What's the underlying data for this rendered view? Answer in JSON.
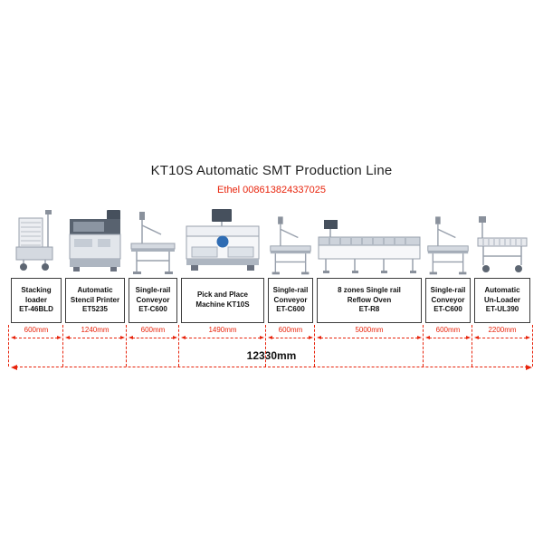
{
  "title": "KT10S Automatic SMT Production Line",
  "contact": "Ethel 008613824337025",
  "colors": {
    "accent_red": "#e8240c",
    "machine_blue": "#2f6cb3"
  },
  "total": {
    "label": "12330mm"
  },
  "machines": [
    {
      "type": "stacking-loader",
      "name": "Stacking\nloader\nET-46BLD",
      "dim": "600mm"
    },
    {
      "type": "stencil-printer",
      "name": "Automatic\nStencil Printer\nET5235",
      "dim": "1240mm"
    },
    {
      "type": "conveyor",
      "name": "Single-rail\nConveyor\nET-C600",
      "dim": "600mm"
    },
    {
      "type": "pick-and-place",
      "name": "Pick and Place\nMachine KT10S",
      "dim": "1490mm"
    },
    {
      "type": "conveyor",
      "name": "Single-rail\nConveyor\nET-C600",
      "dim": "600mm"
    },
    {
      "type": "reflow-oven",
      "name": "8 zones Single rail\nReflow Oven\nET-R8",
      "dim": "5000mm"
    },
    {
      "type": "conveyor",
      "name": "Single-rail\nConveyor\nET-C600",
      "dim": "600mm"
    },
    {
      "type": "unloader",
      "name": "Automatic\nUn-Loader\nET-UL390",
      "dim": "2200mm"
    }
  ]
}
